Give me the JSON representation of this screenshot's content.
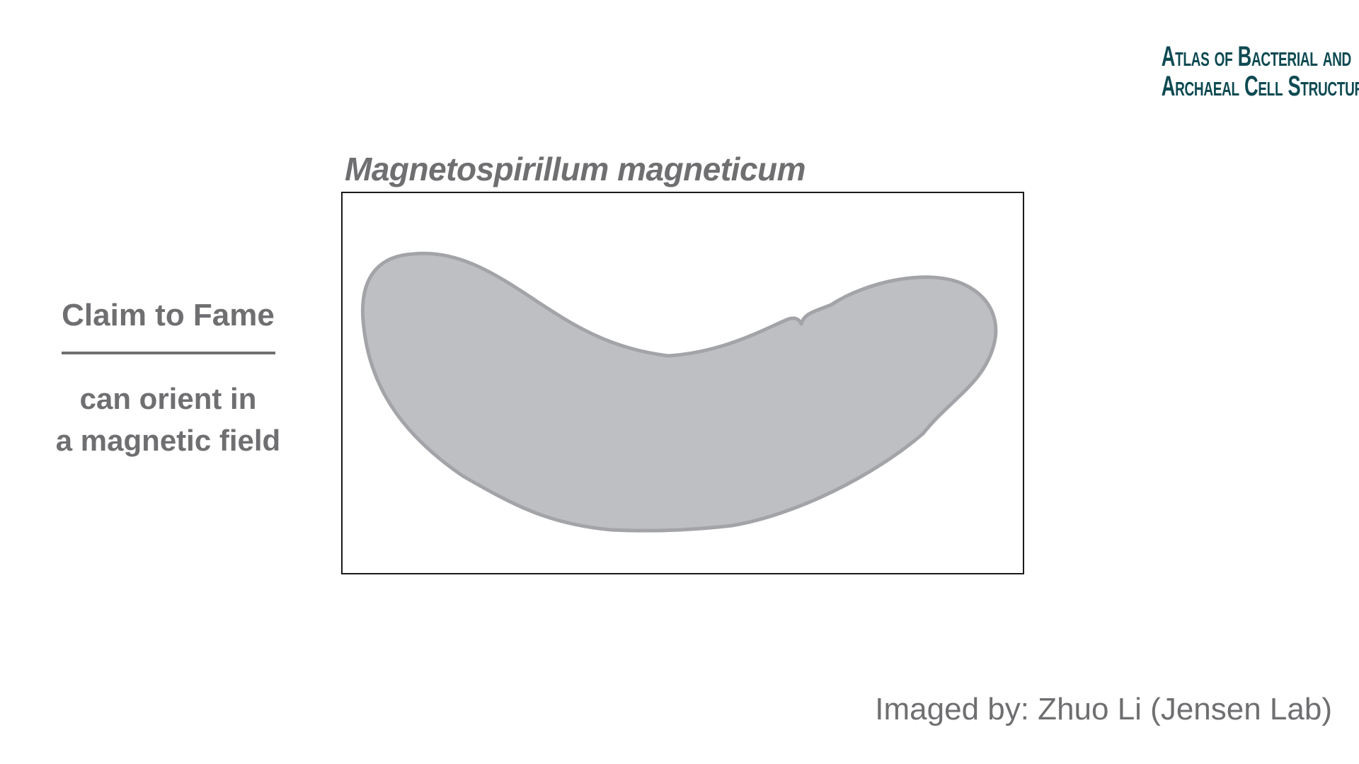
{
  "logo": {
    "line1": "Atlas of Bacterial and",
    "line2": "Archaeal Cell Structure",
    "color": "#0e4a52"
  },
  "species_name": "Magnetospirillum magneticum",
  "claim_to_fame": {
    "heading": "Claim to Fame",
    "line1": "can orient in",
    "line2": "a magnetic field"
  },
  "credit": "Imaged by: Zhuo Li (Jensen Lab)",
  "colors": {
    "text_gray": "#6f6f72",
    "cell_fill": "#bebfc2",
    "cell_outline": "#a3a4a8",
    "frame_border": "#1a1a1a"
  }
}
